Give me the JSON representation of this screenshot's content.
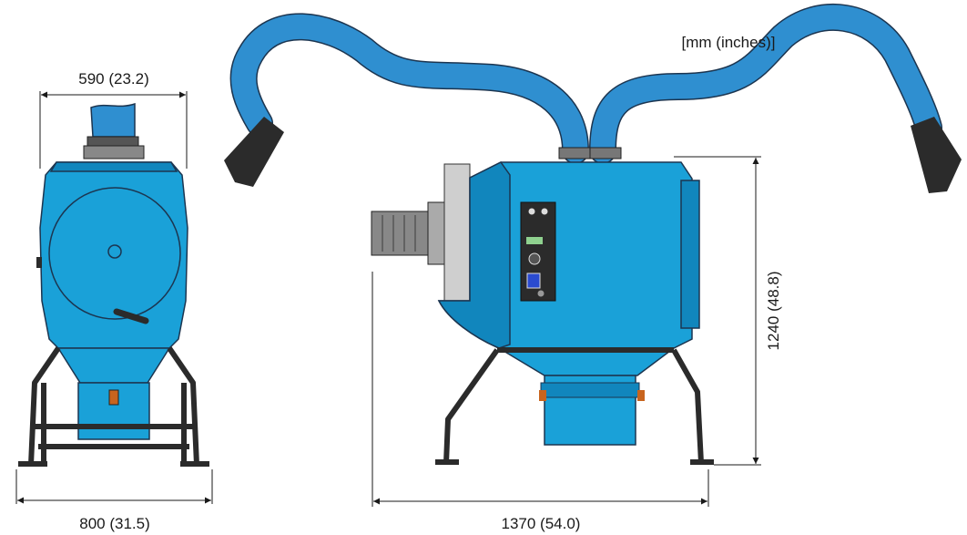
{
  "units_note": "[mm (inches)]",
  "dimensions": {
    "top_width": "590 (23.2)",
    "base_width": "800 (31.5)",
    "length": "1370 (54.0)",
    "height": "1240 (48.8)"
  },
  "colors": {
    "body": "#1aa1d8",
    "body_shadow": "#1186bd",
    "hose": "#2f8fd0",
    "frame": "#2b2b2b",
    "line": "#1a1a1a"
  }
}
